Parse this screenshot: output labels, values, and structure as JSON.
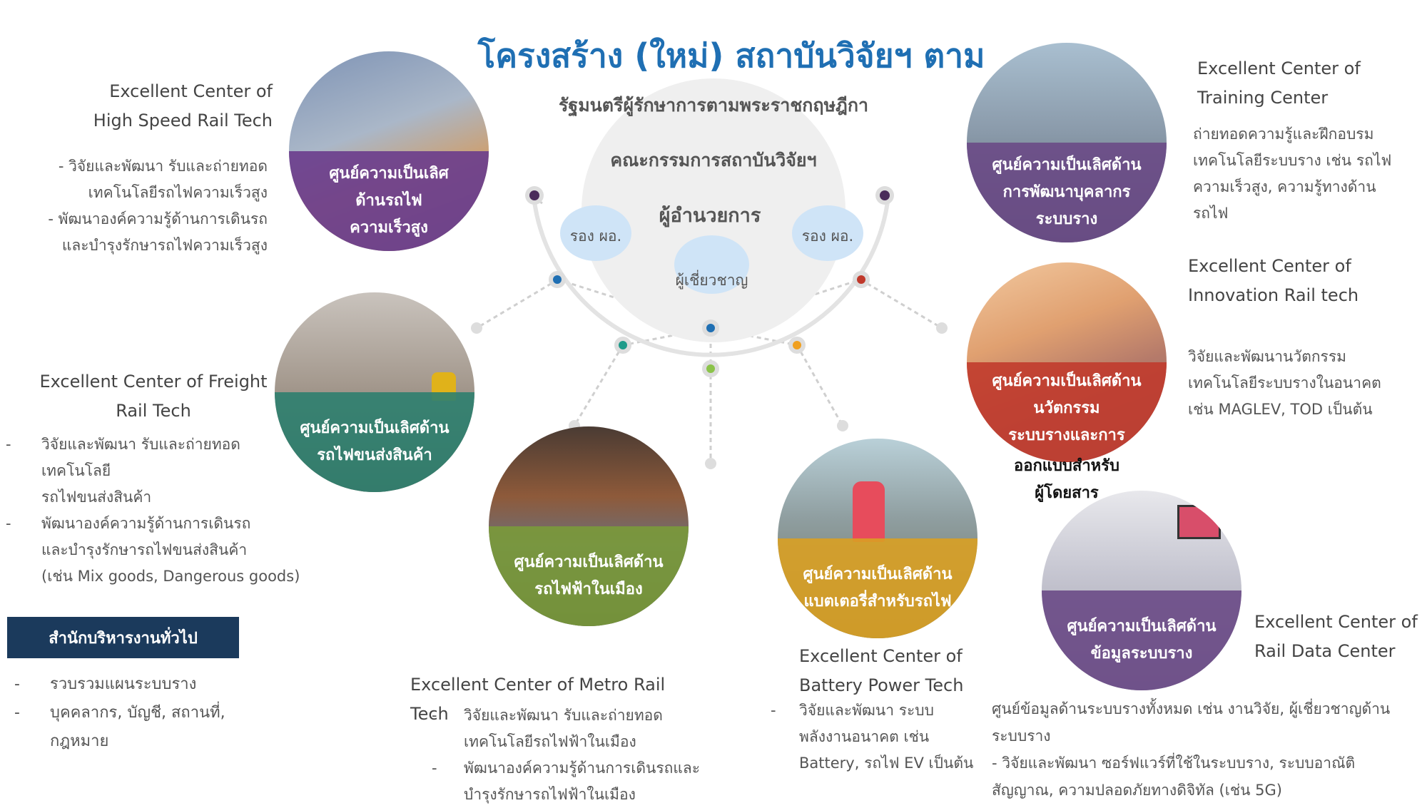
{
  "title": "โครงสร้าง (ใหม่) สถาบันวิจัยฯ ตามภารกิจ",
  "org": {
    "minister": "รัฐมนตรีผู้รักษาการตามพระราชกฤษฎีกา",
    "committee": "คณะกรรมการสถาบันวิจัยฯ",
    "director": "ผู้อำนวยการ",
    "deputy_left": "รอง ผอ.",
    "deputy_right": "รอง ผอ.",
    "expert": "ผู้เชี่ยวชาญ"
  },
  "centers": {
    "hsr": {
      "en1": "Excellent Center of",
      "en2": "High Speed Rail Tech",
      "band": [
        "ศูนย์ความเป็นเลิศ",
        "ด้านรถไฟ",
        "ความเร็วสูง"
      ],
      "desc": [
        "- วิจัยและพัฒนา รับและถ่ายทอด",
        "เทคโนโลยีรถไฟความเร็วสูง",
        "- พัฒนาองค์ความรู้ด้านการเดินรถ",
        "และบำรุงรักษารถไฟความเร็วสูง"
      ],
      "color": "#6a3c8c"
    },
    "freight": {
      "en1": "Excellent Center of Freight",
      "en2": "Rail Tech",
      "band": [
        "ศูนย์ความเป็นเลิศด้าน",
        "รถไฟขนส่งสินค้า"
      ],
      "desc": [
        "วิจัยและพัฒนา รับและถ่ายทอดเทคโนโลยี",
        "รถไฟขนส่งสินค้า",
        "พัฒนาองค์ความรู้ด้านการเดินรถ",
        "และบำรุงรักษารถไฟขนส่งสินค้า",
        "(เช่น Mix goods, Dangerous goods)"
      ],
      "color": "#2e7f6f"
    },
    "metro": {
      "en": "Excellent Center of Metro Rail Tech",
      "band": [
        "ศูนย์ความเป็นเลิศด้าน",
        "รถไฟฟ้าในเมือง"
      ],
      "desc": [
        "วิจัยและพัฒนา รับและถ่ายทอด",
        "เทคโนโลยีรถไฟฟ้าในเมือง",
        "พัฒนาองค์ความรู้ด้านการเดินรถและ",
        "บำรุงรักษารถไฟฟ้าในเมือง"
      ],
      "color": "#7a9a3a"
    },
    "battery": {
      "en1": "Excellent Center of",
      "en2": "Battery Power Tech",
      "band": [
        "ศูนย์ความเป็นเลิศด้าน",
        "แบตเตอรี่สำหรับรถไฟ"
      ],
      "desc": [
        "วิจัยและพัฒนา ระบบ",
        "พลังงานอนาคต เช่น",
        "Battery, รถไฟ EV เป็นต้น"
      ],
      "color": "#d9a024"
    },
    "training": {
      "en1": "Excellent Center of",
      "en2": "Training Center",
      "band": [
        "ศูนย์ความเป็นเลิศด้าน",
        "การพัฒนาบุคลากร",
        "ระบบราง"
      ],
      "desc": [
        "ถ่ายทอดความรู้และฝึกอบรม",
        "เทคโนโลยีระบบราง เช่น รถไฟ",
        "ความเร็วสูง, ความรู้ทางด้าน",
        "รถไฟ"
      ],
      "color": "#6a4a86"
    },
    "innovation": {
      "en1": "Excellent Center of",
      "en2": "Innovation Rail tech",
      "band": [
        "ศูนย์ความเป็นเลิศด้าน",
        "นวัตกรรม",
        "ระบบรางและการ",
        "ออกแบบสำหรับ",
        "ผู้โดยสาร"
      ],
      "desc": [
        "วิจัยและพัฒนานวัตกรรม",
        "เทคโนโลยีระบบรางในอนาคต",
        "เช่น MAGLEV, TOD เป็นต้น"
      ],
      "color": "#c0392b"
    },
    "data": {
      "en1": "Excellent Center of",
      "en2": "Rail Data Center",
      "band": [
        "ศูนย์ความเป็นเลิศด้าน",
        "ข้อมูลระบบราง"
      ],
      "desc": [
        "ศูนย์ข้อมูลด้านระบบรางทั้งหมด เช่น งานวิจัย, ผู้เชี่ยวชาญด้าน",
        "ระบบราง",
        "- วิจัยและพัฒนา ซอร์ฟแวร์ที่ใช้ในระบบราง, ระบบอาณัติ",
        "สัญญาณ, ความปลอดภัยทางดิจิทัล (เช่น 5G)"
      ],
      "color": "#6a4a86"
    }
  },
  "admin": {
    "label": "สำนักบริหารงานทั่วไป",
    "items": [
      "รวบรวมแผนระบบราง",
      "บุคคลากร, บัญชี, สถานที่,",
      "กฎหมาย"
    ]
  },
  "dash": "-"
}
